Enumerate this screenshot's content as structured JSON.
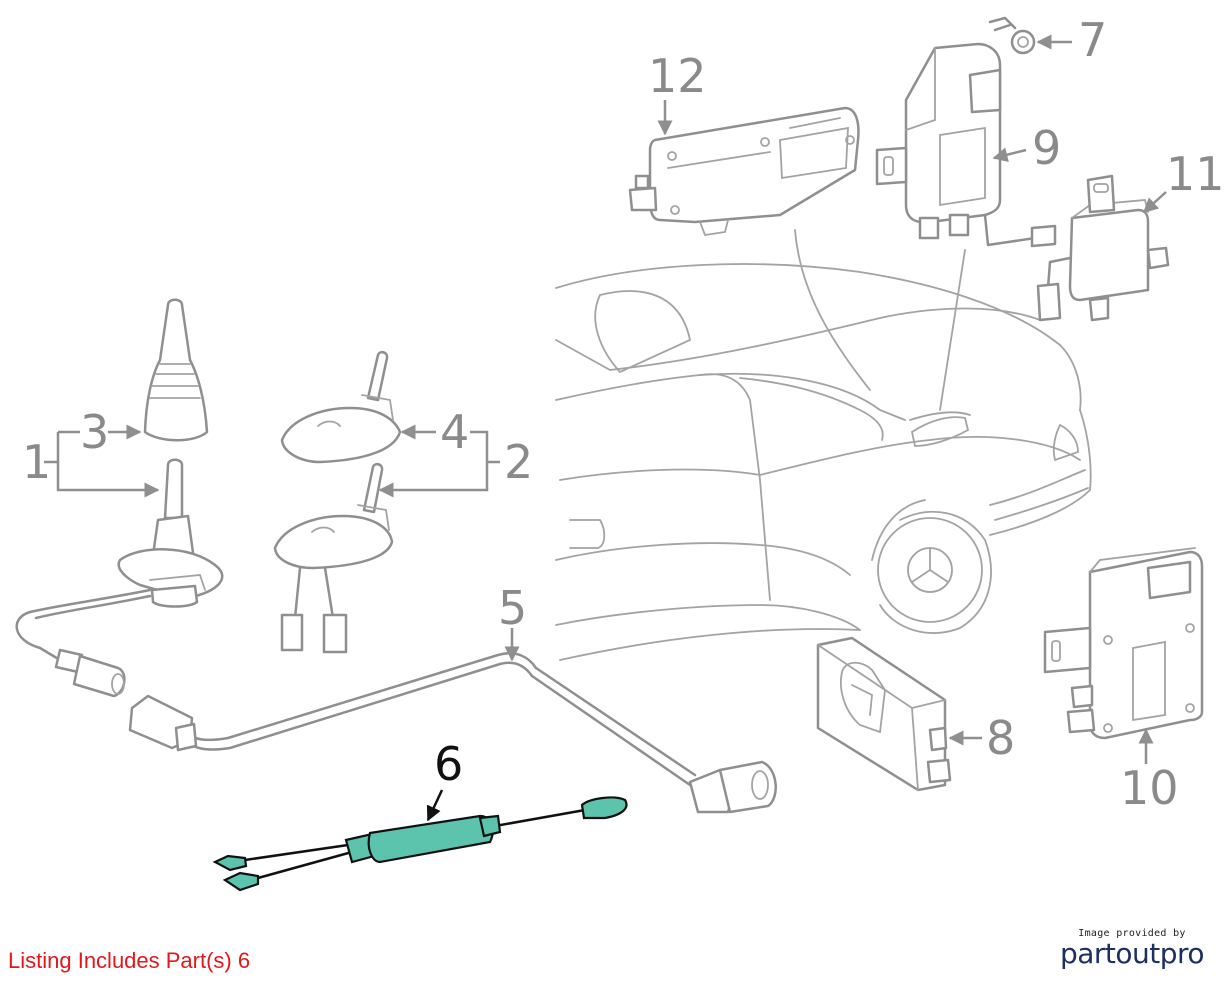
{
  "callouts": {
    "c1": "1",
    "c2": "2",
    "c3": "3",
    "c4": "4",
    "c5": "5",
    "c6": "6",
    "c7": "7",
    "c8": "8",
    "c9": "9",
    "c10": "10",
    "c11": "11",
    "c12": "12"
  },
  "highlight_part": "6",
  "listing_text": "Listing Includes Part(s) 6",
  "credit": {
    "caption": "Image provided by",
    "brand": "partoutpro"
  },
  "colors": {
    "highlight": "#5cc4ad",
    "listing": "#e3171b",
    "callout": "#8a8a8a",
    "brand": "#1c2f5e"
  }
}
